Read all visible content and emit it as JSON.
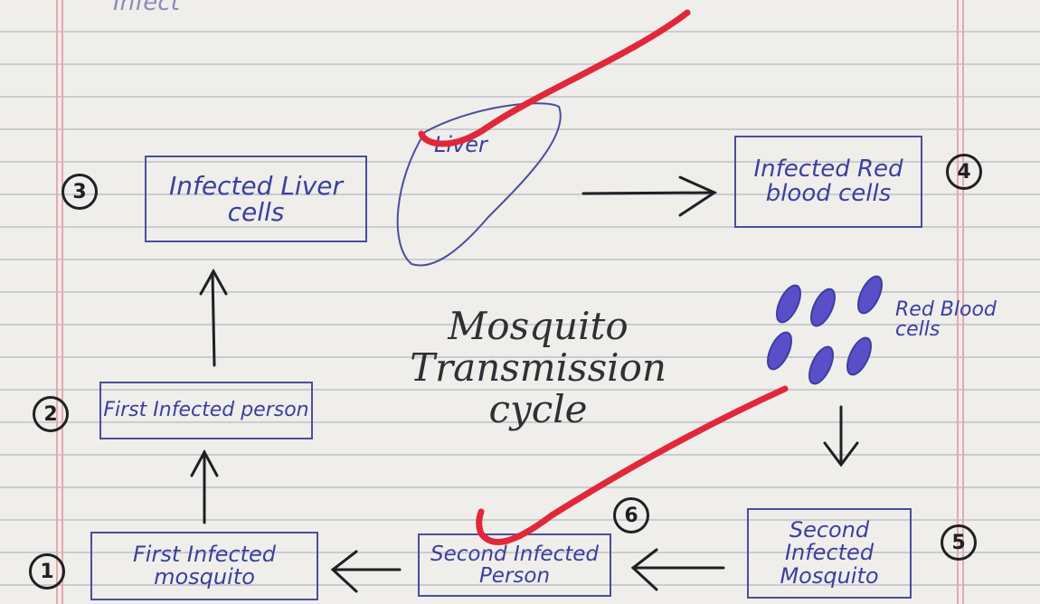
{
  "title": {
    "line1": "Mosquito",
    "line2": "Transmission",
    "line3": "cycle"
  },
  "steps": {
    "s1": {
      "number": "1",
      "label": "First Infected mosquito"
    },
    "s2": {
      "number": "2",
      "label": "First Infected person"
    },
    "s3": {
      "number": "3",
      "label": "Infected Liver cells"
    },
    "s4": {
      "number": "4",
      "label": "Infected Red blood cells"
    },
    "s5": {
      "number": "5",
      "label": "Second Infected Mosquito"
    },
    "s6": {
      "number": "6",
      "label": "Second Infected Person"
    }
  },
  "liver_label": "Liver",
  "rbc_label": "Red Blood cells",
  "top_fragment": "Infect",
  "colors": {
    "ink_blue": "#3b3fa0",
    "pen_black": "#1f2024",
    "red_mark": "#e0283a",
    "rbc_fill": "#5a4fc9"
  }
}
